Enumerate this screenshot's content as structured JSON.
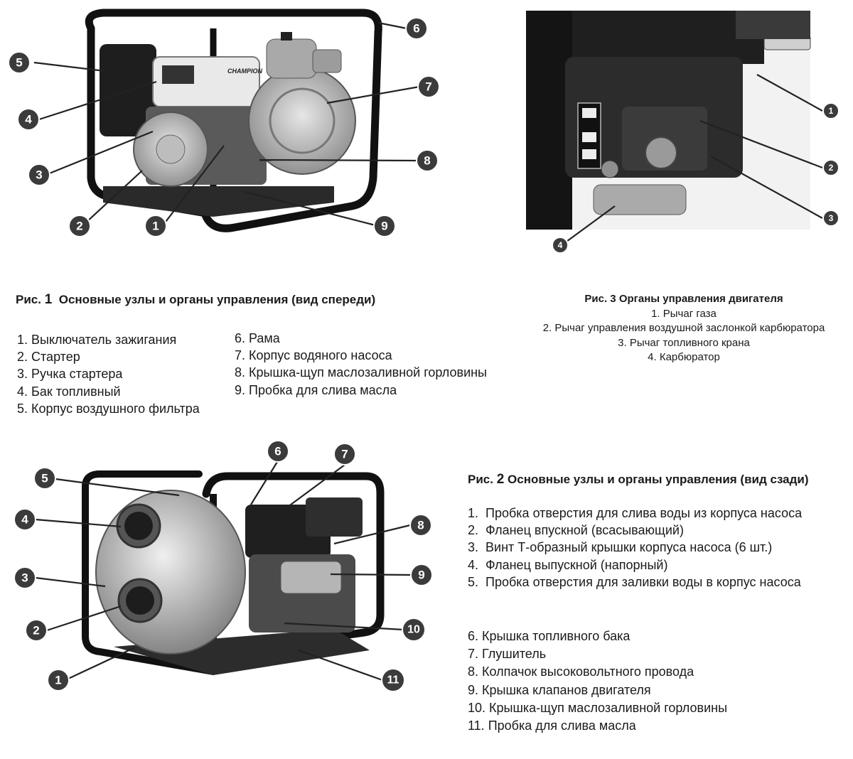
{
  "fig1": {
    "caption_prefix": "Рис.",
    "caption_num": "1",
    "caption_text": "Основные узлы и органы управления (вид спереди)",
    "logo_text": "CHAMPION",
    "callouts": [
      "1",
      "2",
      "3",
      "4",
      "5",
      "6",
      "7",
      "8",
      "9"
    ],
    "items_col1": [
      "1. Выключатель зажигания",
      "2. Стартер",
      "3. Ручка стартера",
      "4. Бак топливный",
      "5. Корпус воздушного фильтра"
    ],
    "items_col2": [
      "6. Рама",
      "7. Корпус водяного насоса",
      "8. Крышка-щуп маслозаливной горловины",
      "9. Пробка для слива масла"
    ]
  },
  "fig3": {
    "caption_prefix": "Рис.",
    "caption_num": "3",
    "caption_text": "Органы управления двигателя",
    "callouts": [
      "1",
      "2",
      "3",
      "4"
    ],
    "items": [
      "1. Рычаг газа",
      "2. Рычаг управления воздушной заслонкой карбюратора",
      "3. Рычаг топливного крана",
      "4. Карбюратор"
    ]
  },
  "fig2": {
    "caption_prefix": "Рис.",
    "caption_num": "2",
    "caption_text": "Основные узлы и органы управления (вид сзади)",
    "callouts": [
      "1",
      "2",
      "3",
      "4",
      "5",
      "6",
      "7",
      "8",
      "9",
      "10",
      "11"
    ],
    "items_hanging": [
      "1.  Пробка отверстия для слива воды из корпуса насоса",
      "2.  Фланец впускной (всасывающий)",
      "3.  Винт Т-образный крышки корпуса насоса (6 шт.)",
      "4.  Фланец выпускной (напорный)",
      "5.  Пробка отверстия для заливки воды в корпус насоса"
    ],
    "items_plain": [
      "6. Крышка топливного бака",
      "7. Глушитель",
      "8. Колпачок высоковольтного провода",
      "9. Крышка клапанов двигателя",
      "10. Крышка-щуп маслозаливной горловины",
      "11. Пробка для слива масла"
    ]
  }
}
